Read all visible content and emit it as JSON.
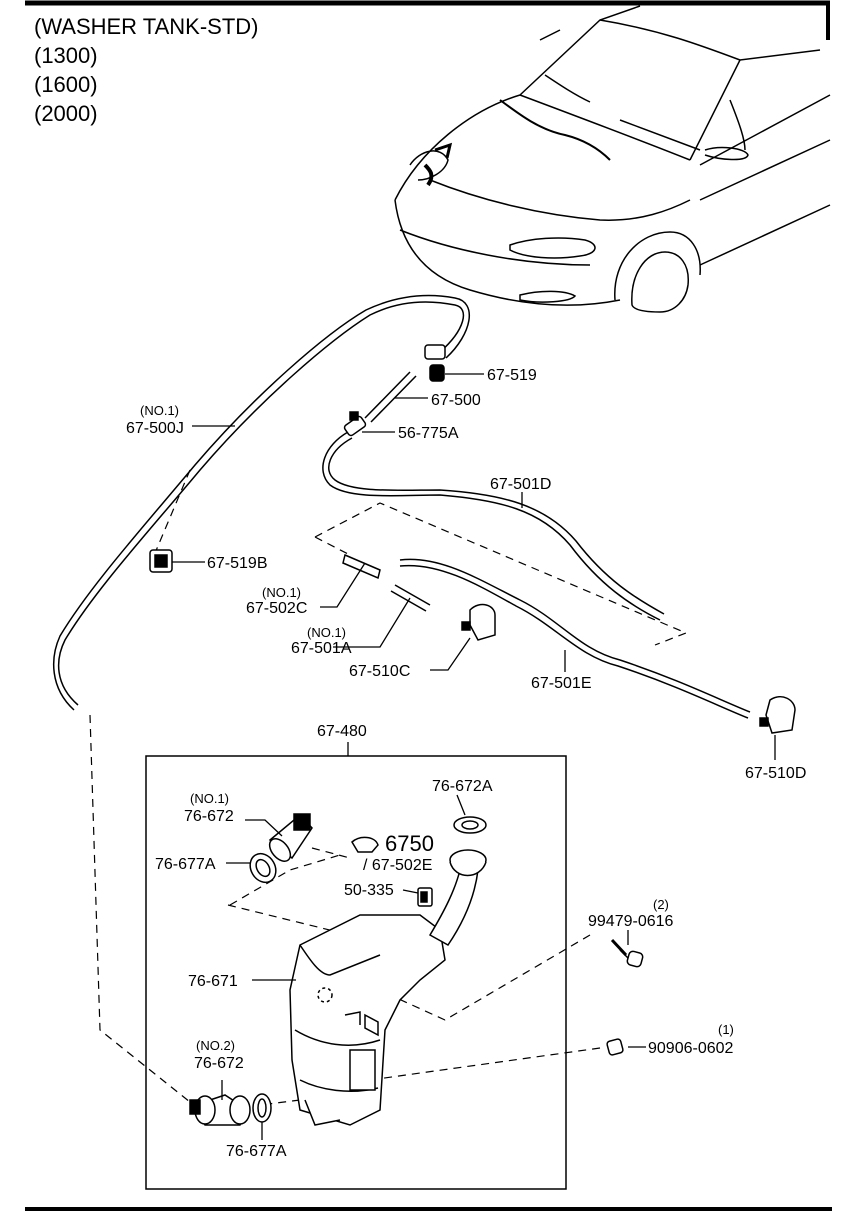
{
  "title": {
    "line1": "(WASHER TANK-STD)",
    "line2": "(1300)",
    "line3": "(1600)",
    "line4": "(2000)"
  },
  "callouts": {
    "p67_519": "67-519",
    "p67_500": "67-500",
    "p56_775A": "56-775A",
    "p67_500J_note": "(NO.1)",
    "p67_500J": "67-500J",
    "p67_501D": "67-501D",
    "p67_519B": "67-519B",
    "p67_502C_note": "(NO.1)",
    "p67_502C": "67-502C",
    "p67_501A_note": "(NO.1)",
    "p67_501A": "67-501A",
    "p67_510C": "67-510C",
    "p67_501E": "67-501E",
    "p67_510D": "67-510D",
    "p67_480": "67-480",
    "p76_672_no1_note": "(NO.1)",
    "p76_672_no1": "76-672",
    "p76_672A": "76-672A",
    "p76_677A_top": "76-677A",
    "p6750": "6750",
    "p67_502E": "/ 67-502E",
    "p50_335": "50-335",
    "p99479_note": "(2)",
    "p99479": "99479-0616",
    "p76_671": "76-671",
    "p90906_note": "(1)",
    "p90906": "90906-0602",
    "p76_672_no2_note": "(NO.2)",
    "p76_672_no2": "76-672",
    "p76_677A_bottom": "76-677A"
  }
}
